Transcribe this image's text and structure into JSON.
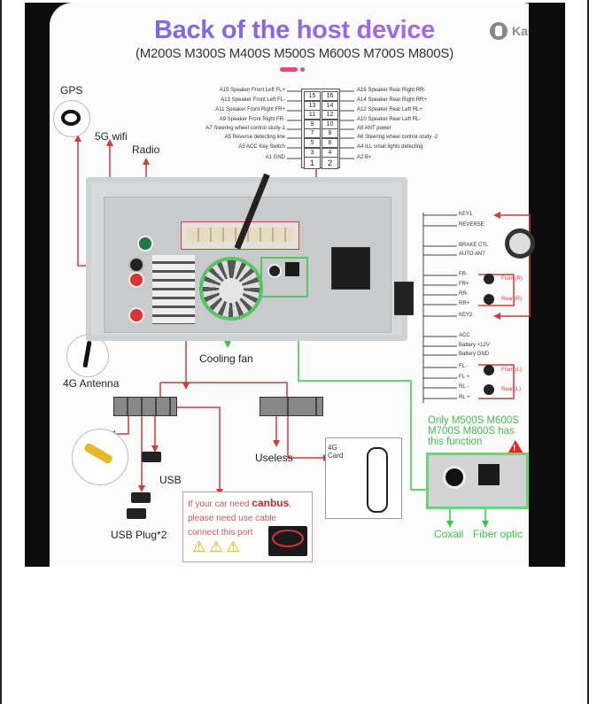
{
  "page": {
    "title": "Back of the host device",
    "subtitle": "(M200S M300S M400S M500S M600S M700S M800S)",
    "watermark": "Kaspi.kz",
    "watermark_visible": "Kasp  kz",
    "colors": {
      "title_gradient_start": "#6f6cf0",
      "title_gradient_end": "#c76be8",
      "accent_pill": "#e14c72",
      "red_wire": "#d23a3a",
      "green_wire": "#3ec24a",
      "bezel": "#0d0d0d"
    }
  },
  "antennas": {
    "gps": "GPS",
    "wifi": "5G wifi",
    "radio": "Radio",
    "antenna_4g": "4G Antenna"
  },
  "connector_pins": {
    "left": [
      "A15 Speaker Front Left FL+",
      "A13 Speaker Front Left FL-",
      "A11 Speaker Front Right FR+",
      "A9 Speaker Front Right FR-",
      "A7 Steering wheel control study-1",
      "A5 Reverse detecting line",
      "A3 ACC Key Switch",
      "A1 GND"
    ],
    "right": [
      "A16 Speaker Rear Right RR-",
      "A14 Speaker Rear Right RR+",
      "A12 Speaker Rear Left RL+",
      "A10 Speaker Rear Left RL-",
      "A8 ANT power",
      "A6 Steering wheel control study -2",
      "A4 ILL small lights detecting",
      "A2 B+"
    ],
    "grid": [
      [
        "15",
        "16"
      ],
      [
        "13",
        "14"
      ],
      [
        "11",
        "12"
      ],
      [
        "9",
        "10"
      ],
      [
        "7",
        "8"
      ],
      [
        "5",
        "6"
      ],
      [
        "3",
        "4"
      ],
      [
        "1",
        "2"
      ]
    ]
  },
  "harness": {
    "top": [
      "KEY1",
      "REVERSE",
      "BRAKE CTL",
      "AUTO ANT"
    ],
    "front_speakers": [
      "FR-",
      "FR+",
      "RR-",
      "RR+"
    ],
    "front_speaker_labels": [
      "Front (R)",
      "Rear (R)"
    ],
    "key2": "KEY2",
    "power": [
      "ACC",
      "Battery +12V",
      "Battery GND"
    ],
    "rear_speakers": [
      "FL -",
      "FL +",
      "RL -",
      "RL +"
    ],
    "rear_speaker_labels": [
      "Front (L)",
      "Rear (L)"
    ]
  },
  "unit": {
    "cooling_fan": "Cooling fan"
  },
  "accessories": {
    "usb": "USB",
    "usb_plug": "USB Plug*2",
    "useless": "Useless",
    "card_4g": "4G Card",
    "card_4g_line1": "4G",
    "card_4g_line2": "Card"
  },
  "canbus_note": {
    "line1_prefix": "If your car need ",
    "line1_emph": "canbus",
    "line1_suffix": ",",
    "line2": "please need use cable",
    "line3": "connect this port",
    "warning_icons": [
      "⚠",
      "⚠",
      "⚠"
    ]
  },
  "optical": {
    "note_line1": "Only M500S M600S",
    "note_line2": "M700S M800S has",
    "note_line3": "this function",
    "coaxial": "Coxail",
    "fiber": "Fiber optic",
    "alert_icon": "!"
  }
}
